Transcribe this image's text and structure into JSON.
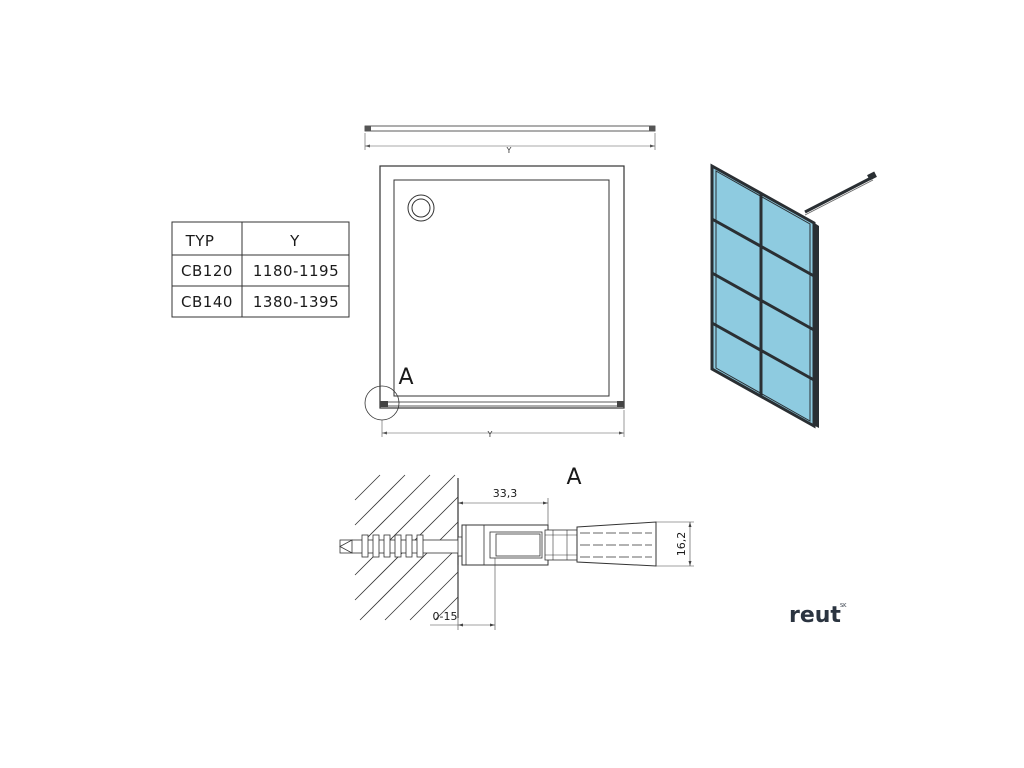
{
  "table": {
    "headers": [
      "TYP",
      "Y"
    ],
    "rows": [
      [
        "CB120",
        "1180-1195"
      ],
      [
        "CB140",
        "1380-1395"
      ]
    ]
  },
  "top_view": {
    "dim_label_top": "Y",
    "dim_label_bottom": "Y",
    "detail_marker": "A"
  },
  "detail": {
    "title": "A",
    "dim_width": "33,3",
    "dim_height": "16,2",
    "dim_adjust": "0-15"
  },
  "logo": {
    "text": "reut",
    "superscript": "SK"
  },
  "colors": {
    "glass": "#8ecbe0",
    "frame": "#2a2f33",
    "line": "#333333",
    "logo": "#2b3440"
  }
}
